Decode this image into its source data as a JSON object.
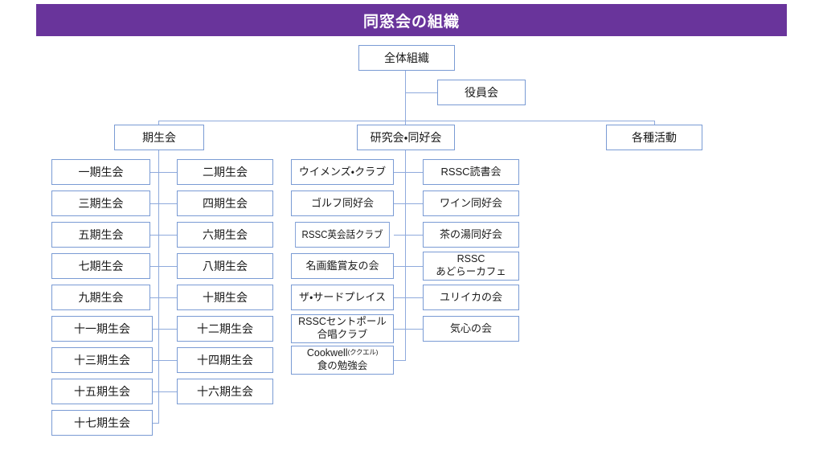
{
  "title": {
    "text": "同窓会の組織"
  },
  "root": {
    "label": "全体組織"
  },
  "board": {
    "label": "役員会"
  },
  "level2": [
    {
      "label": "期生会"
    },
    {
      "label": "研究会・同好会"
    },
    {
      "label": "各種活動"
    }
  ],
  "kisei_left": [
    {
      "label": "一期生会"
    },
    {
      "label": "三期生会"
    },
    {
      "label": "五期生会"
    },
    {
      "label": "七期生会"
    },
    {
      "label": "九期生会"
    },
    {
      "label": "十一期生会"
    },
    {
      "label": "十三期生会"
    },
    {
      "label": "十五期生会"
    },
    {
      "label": "十七期生会"
    }
  ],
  "kisei_right": [
    {
      "label": "二期生会"
    },
    {
      "label": "四期生会"
    },
    {
      "label": "六期生会"
    },
    {
      "label": "八期生会"
    },
    {
      "label": "十期生会"
    },
    {
      "label": "十二期生会"
    },
    {
      "label": "十四期生会"
    },
    {
      "label": "十六期生会"
    }
  ],
  "kenkyu_left": [
    {
      "line1": "ウイメンズ・クラブ",
      "line2": ""
    },
    {
      "line1": "ゴルフ同好会",
      "line2": ""
    },
    {
      "line1": "RSSC英会話クラブ",
      "line2": ""
    },
    {
      "line1": "名画鑑賞友の会",
      "line2": ""
    },
    {
      "line1": "ザ・サードプレイス",
      "line2": ""
    },
    {
      "line1": "RSSCセントポール",
      "line2": "合唱クラブ"
    },
    {
      "line1": "Cookwell",
      "ruby": "(ククエル)",
      "line2": "食の勉強会"
    }
  ],
  "kenkyu_right": [
    {
      "line1": "RSSC読書会",
      "line2": ""
    },
    {
      "line1": "ワイン同好会",
      "line2": ""
    },
    {
      "line1": "茶の湯同好会",
      "line2": ""
    },
    {
      "line1": "RSSC",
      "line2": "あどらーカフェ"
    },
    {
      "line1": "ユリイカの会",
      "line2": ""
    },
    {
      "line1": "気心の会",
      "line2": ""
    }
  ],
  "colors": {
    "title_bg": "#69349B",
    "title_fg": "#ffffff",
    "box_border": "#7A9BD4",
    "connector": "#8FAADC",
    "text": "#1a1a1a"
  }
}
